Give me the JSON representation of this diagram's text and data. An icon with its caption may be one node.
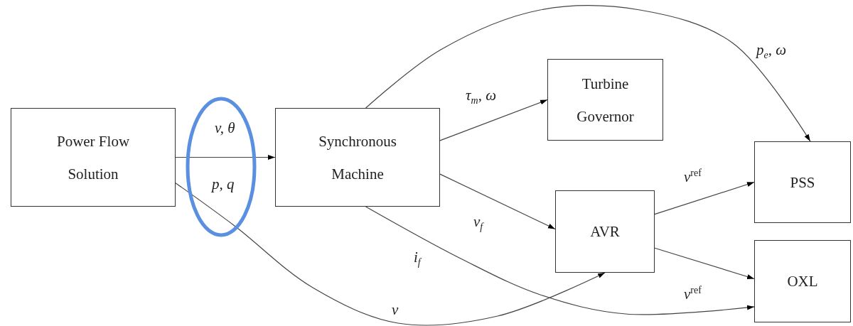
{
  "diagram": {
    "nodes": [
      {
        "text": [
          "Power Flow Solution"
        ]
      },
      {
        "text": [
          "Synchronous Machine"
        ]
      },
      {
        "text": [
          "Turbine Governor"
        ]
      },
      {
        "text": [
          "PSS"
        ]
      },
      {
        "text": [
          "AVR"
        ]
      },
      {
        "text": [
          "OXL"
        ]
      }
    ],
    "edges": [
      {
        "from": 0,
        "to": 1,
        "arrow": "to",
        "label": "v, θ"
      },
      {
        "from": 1,
        "to": 2,
        "arrow": "to",
        "label": "τ$_{m}$, ω"
      },
      {
        "from": 1,
        "to": 3,
        "arrow": "to",
        "label": "p$_{e}$, ω"
      },
      {
        "from": 1,
        "to": 4,
        "arrow": "to",
        "label": "v$_{f}$"
      },
      {
        "from": 1,
        "to": 5,
        "arrow": "to",
        "label": "i$_{f}$"
      },
      {
        "from": 0,
        "to": 4,
        "arrow": "to",
        "label": "v"
      },
      {
        "from": 4,
        "to": 3,
        "arrow": "to",
        "label": "v$^{ref}$"
      },
      {
        "from": 4,
        "to": 5,
        "arrow": "to",
        "label": "v$^{ref}$"
      }
    ],
    "labels": [
      "p, q"
    ]
  }
}
